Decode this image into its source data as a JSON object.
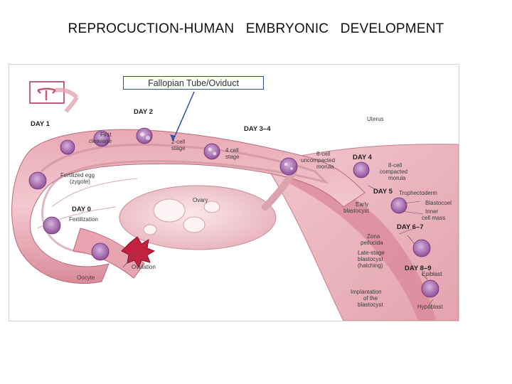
{
  "title": "REPROCUCTION-HUMAN   EMBRYONIC   DEVELOPMENT",
  "callout": "Fallopian Tube/Oviduct",
  "days": {
    "day0": "DAY 0",
    "day1": "DAY 1",
    "day2": "DAY 2",
    "day34": "DAY 3–4",
    "day4": "DAY 4",
    "day5": "DAY 5",
    "day67": "DAY 6–7",
    "day89": "DAY 8–9"
  },
  "labels": {
    "uterus": "Uterus",
    "ovary": "Ovary",
    "first_cleavage_1": "First",
    "first_cleavage_2": "cleavage",
    "two_cell_1": "2-cell",
    "two_cell_2": "stage",
    "four_cell_1": "4 cell",
    "four_cell_2": "stage",
    "uncompacted_1": "8-cell",
    "uncompacted_2": "uncompacted",
    "uncompacted_3": "morula",
    "compacted_1": "8-cell",
    "compacted_2": "compacted",
    "compacted_3": "morula",
    "zygote_1": "Fertilized egg",
    "zygote_2": "(zygote)",
    "fertilization": "Fertilization",
    "trophectoderm": "Trophectoderm",
    "early_blast_1": "Early",
    "early_blast_2": "blastocyst",
    "blastocoel": "Blastocoel",
    "inner_mass_1": "Inner",
    "inner_mass_2": "cell mass",
    "zona_1": "Zona",
    "zona_2": "pellucida",
    "late_blast_1": "Late-stage",
    "late_blast_2": "blastocyst",
    "late_blast_3": "(hatching)",
    "ovulation": "Ovulation",
    "oocyte": "Oocyte",
    "epiblast": "Epiblast",
    "implant_1": "Implantation",
    "implant_2": "of the",
    "implant_3": "blastocyst",
    "hypoblast": "Hypoblast"
  }
}
